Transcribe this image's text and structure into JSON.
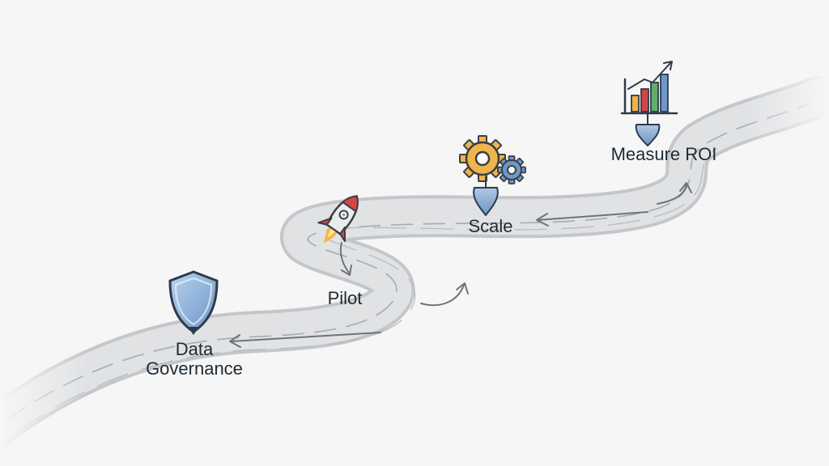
{
  "milestones": {
    "data_governance": {
      "line1": "Data",
      "line2": "Governance"
    },
    "pilot": {
      "label": "Pilot"
    },
    "scale": {
      "label": "Scale"
    },
    "measure_roi": {
      "label": "Measure ROI"
    }
  },
  "colors": {
    "background": "#f6f6f6",
    "road": "#d7d9dc",
    "road_edge": "#b9bcc0",
    "arrow": "#6f7378",
    "pin": "#8fb0d4",
    "shield": "#8db5df",
    "gear_large": "#f0b44c",
    "gear_small": "#6f97c7",
    "rocket_fin": "#d64545"
  },
  "icons": [
    "shield-icon",
    "rocket-icon",
    "gears-icon",
    "growth-chart-icon"
  ]
}
